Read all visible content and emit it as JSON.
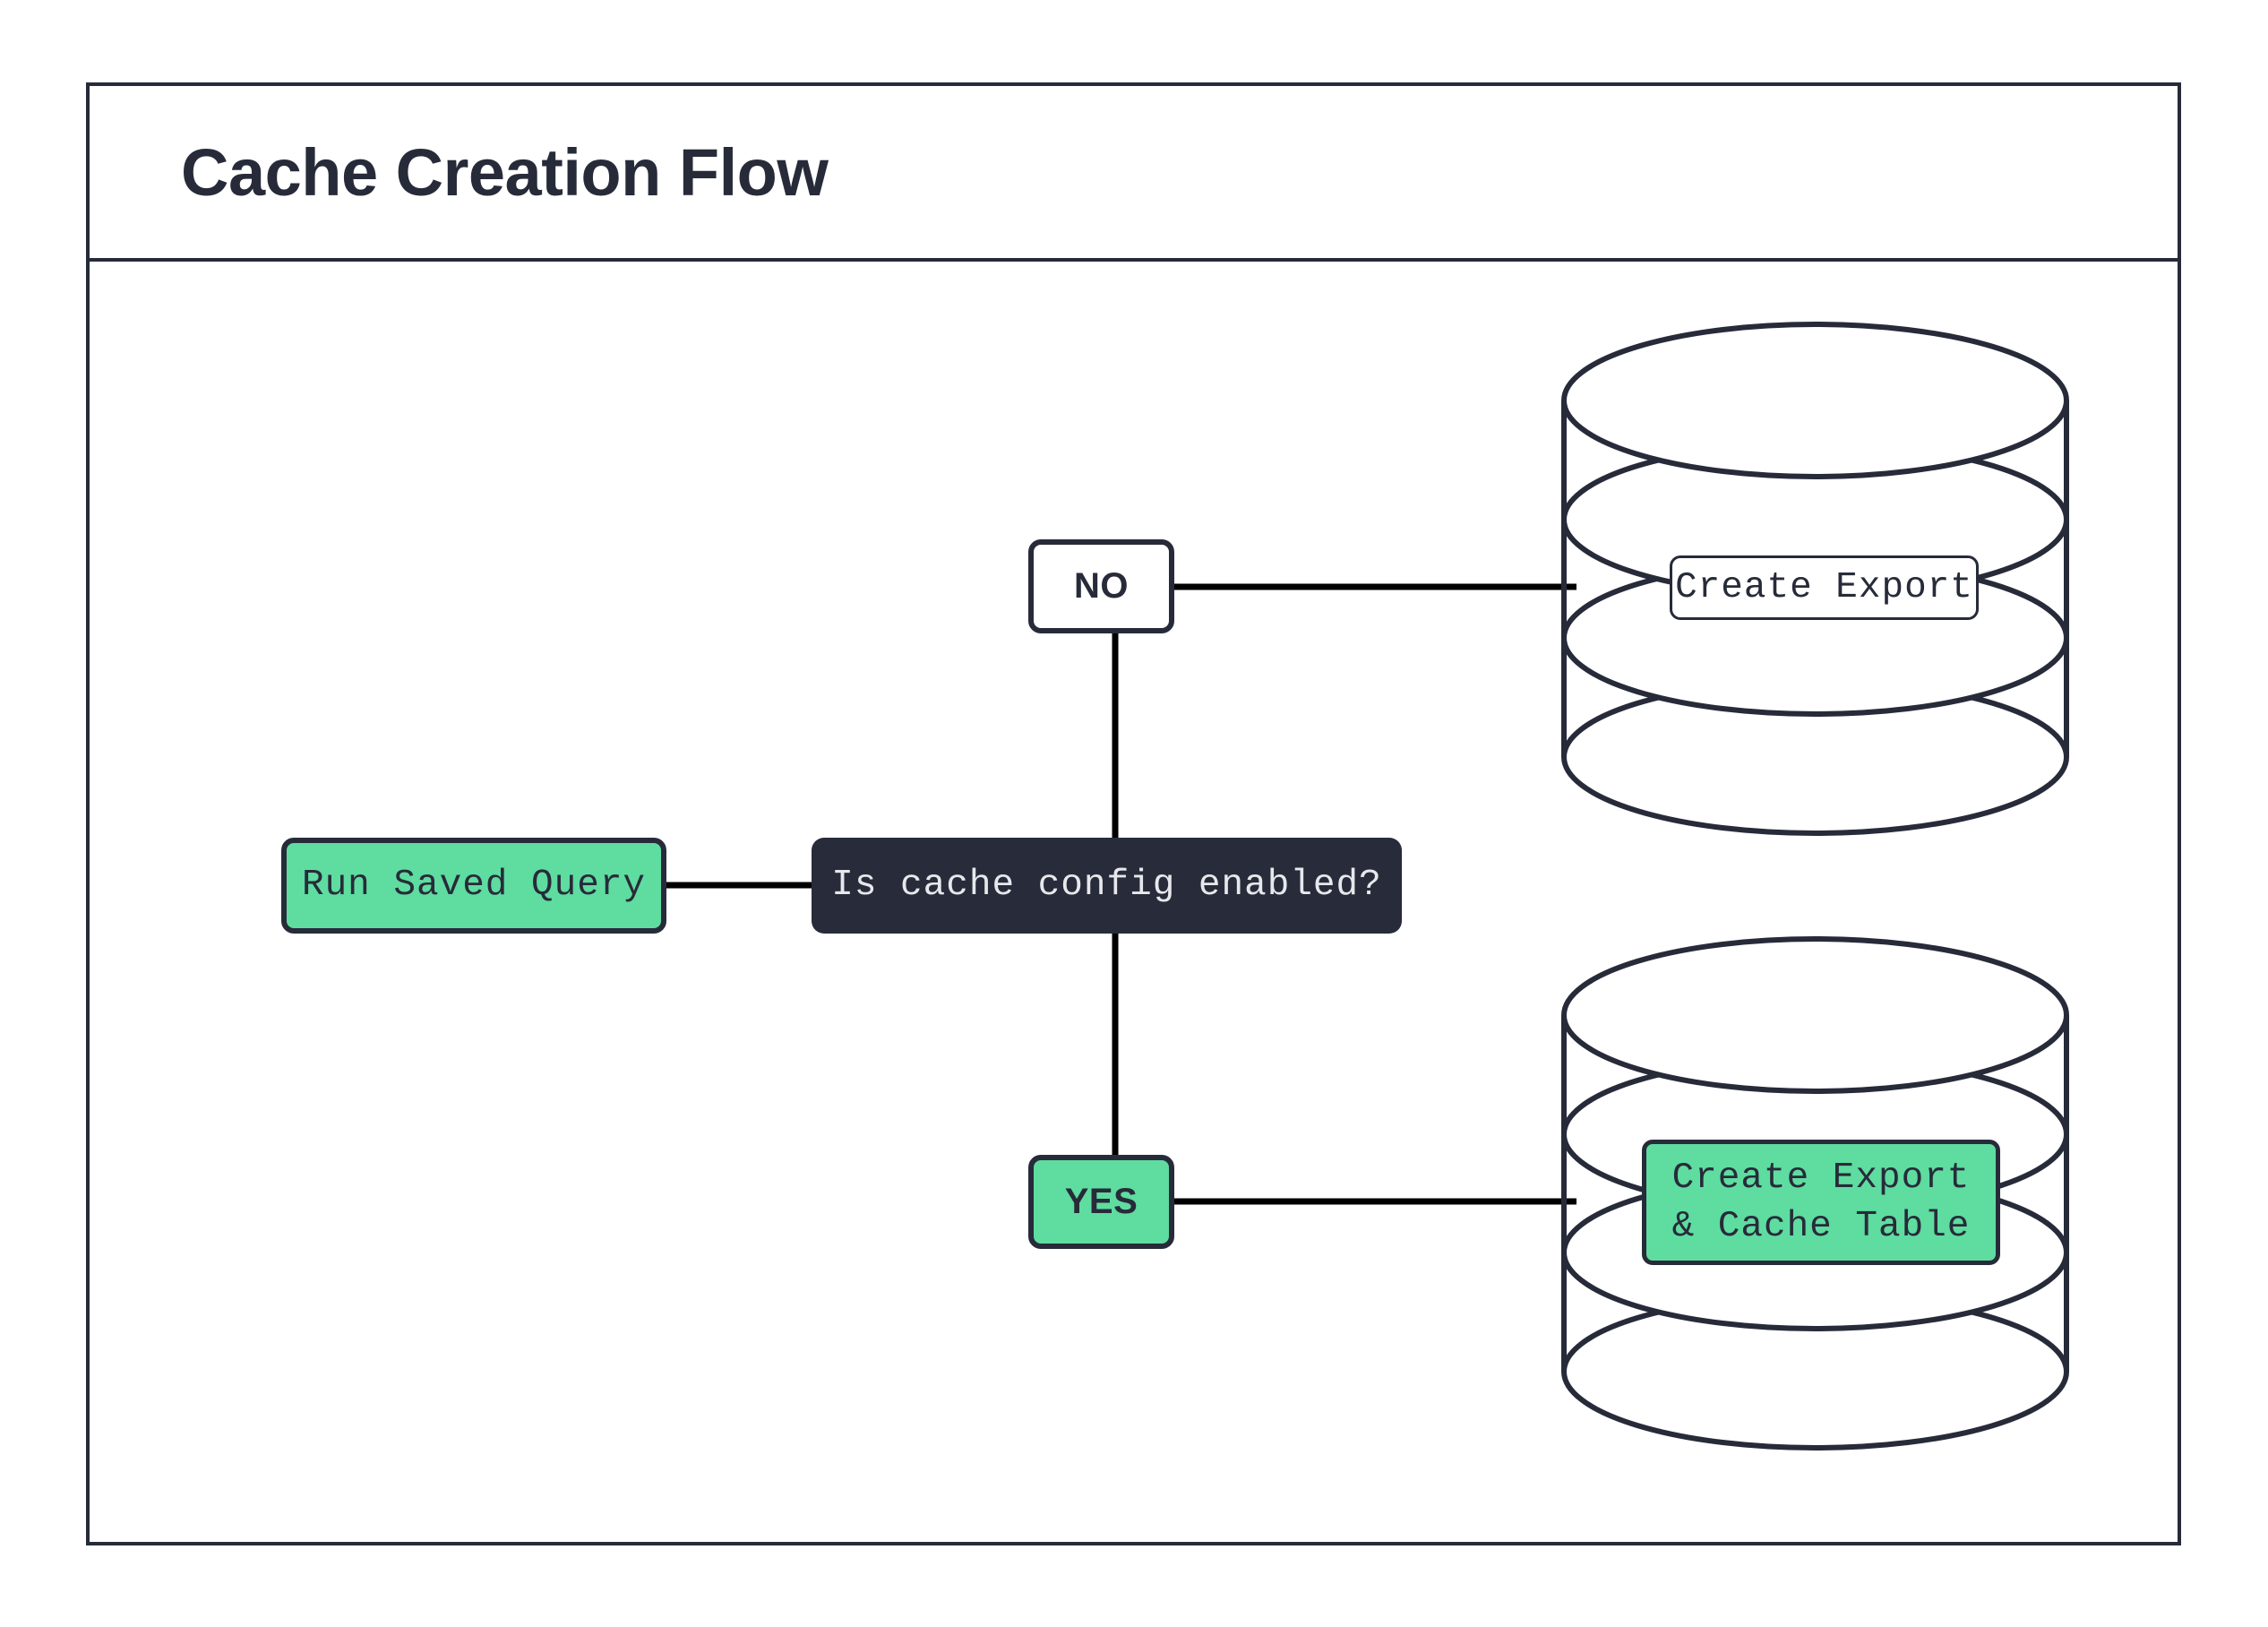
{
  "diagram": {
    "title": "Cache Creation Flow",
    "type": "flowchart",
    "colors": {
      "accent_green": "#5FDCA0",
      "dark_navy": "#272B39",
      "decision_fill": "#282C3A",
      "decision_text": "#E6E8EC",
      "canvas": "#FFFFFF"
    },
    "nodes": {
      "run_saved_query": {
        "label": "Run Saved Query",
        "shape": "rounded-rect",
        "fill": "green"
      },
      "decision": {
        "label": "Is cache config enabled?",
        "shape": "rounded-rect",
        "fill": "dark"
      },
      "edge_label_no": {
        "label": "NO",
        "shape": "rounded-rect",
        "fill": "white"
      },
      "edge_label_yes": {
        "label": "YES",
        "shape": "rounded-rect",
        "fill": "green"
      },
      "db_top": {
        "label": "Create Export",
        "shape": "database-cylinder",
        "fill": "white"
      },
      "db_bottom": {
        "label": "Create Export\n& Cache Table",
        "shape": "database-cylinder",
        "fill": "green"
      }
    },
    "edges": [
      {
        "from": "run_saved_query",
        "to": "decision",
        "label": ""
      },
      {
        "from": "decision",
        "to": "edge_label_no",
        "label": "NO"
      },
      {
        "from": "edge_label_no",
        "to": "db_top",
        "label": ""
      },
      {
        "from": "decision",
        "to": "edge_label_yes",
        "label": "YES"
      },
      {
        "from": "edge_label_yes",
        "to": "db_bottom",
        "label": ""
      }
    ]
  }
}
